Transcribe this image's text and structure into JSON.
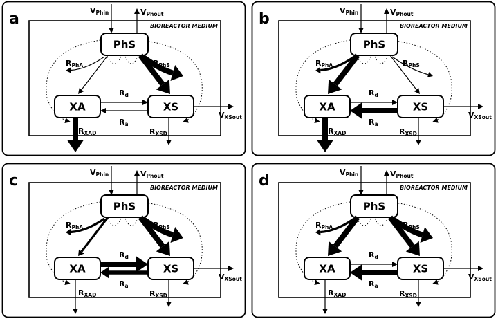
{
  "medium_label": "BIOREACTOR MEDIUM",
  "panels": [
    {
      "letter": "a",
      "flows": {
        "PhA": 1,
        "PhS": 4,
        "Rd": 1,
        "Ra": 1,
        "XAD": 4,
        "XSD": 1
      }
    },
    {
      "letter": "b",
      "flows": {
        "PhA": 4,
        "PhS": 1,
        "Rd": 1,
        "Ra": 4,
        "XAD": 4,
        "XSD": 1
      }
    },
    {
      "letter": "c",
      "flows": {
        "PhA": 2,
        "PhS": 4,
        "Rd": 4,
        "Ra": 3,
        "XAD": 1,
        "XSD": 1
      }
    },
    {
      "letter": "d",
      "flows": {
        "PhA": 4,
        "PhS": 4,
        "Rd": 1,
        "Ra": 4,
        "XAD": 1,
        "XSD": 1
      }
    }
  ],
  "compartments": {
    "PhS": "PhS",
    "XA": "XA",
    "XS": "XS"
  },
  "fluxes": {
    "Phin": {
      "main": "V",
      "sub": "Phin"
    },
    "Phout": {
      "main": "V",
      "sub": "Phout"
    },
    "PhA": {
      "main": "R",
      "sub": "PhA"
    },
    "PhS": {
      "main": "R",
      "sub": "PhS"
    },
    "Rd": {
      "main": "R",
      "sub": "d"
    },
    "Ra": {
      "main": "R",
      "sub": "a"
    },
    "XAD": {
      "main": "R",
      "sub": "XAD"
    },
    "XSD": {
      "main": "R",
      "sub": "XSD"
    },
    "XSout": {
      "main": "V",
      "sub": "XSout"
    }
  }
}
